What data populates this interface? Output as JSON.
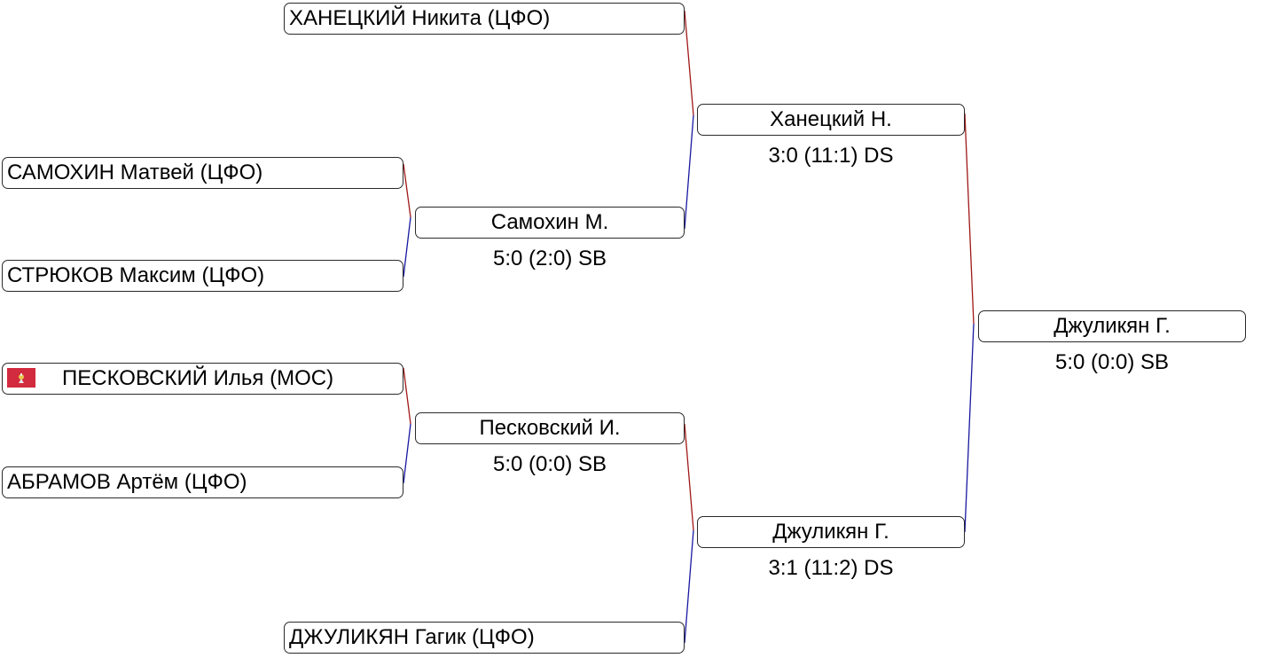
{
  "colors": {
    "winner_line": "#a01818",
    "loser_line": "#1818a0",
    "flag_red": "#d22a3e"
  },
  "round1": {
    "m1": {
      "top": {
        "name": "ХАНЕЦКИЙ Никита (ЦФО)"
      }
    },
    "m2": {
      "top": {
        "name": "САМОХИН Матвей (ЦФО)"
      },
      "bottom": {
        "name": "СТРЮКОВ Максим (ЦФО)"
      }
    },
    "m3": {
      "top": {
        "name": "ПЕСКОВСКИЙ Илья (МОС)",
        "flag": "moscow-flag-icon"
      },
      "bottom": {
        "name": "АБРАМОВ Артём (ЦФО)"
      }
    },
    "m4": {
      "bottom": {
        "name": "ДЖУЛИКЯН Гагик (ЦФО)"
      }
    }
  },
  "round2": {
    "samokhin": {
      "winner": "Самохин М.",
      "score": "5:0 (2:0) SB"
    },
    "peskovsky": {
      "winner": "Песковский И.",
      "score": "5:0 (0:0) SB"
    }
  },
  "semifinal": {
    "top": {
      "winner": "Ханецкий Н.",
      "score": "3:0 (11:1) DS"
    },
    "bottom": {
      "winner": "Джуликян Г.",
      "score": "3:1 (11:2) DS"
    }
  },
  "final": {
    "winner": "Джуликян Г.",
    "score": "5:0 (0:0) SB"
  }
}
